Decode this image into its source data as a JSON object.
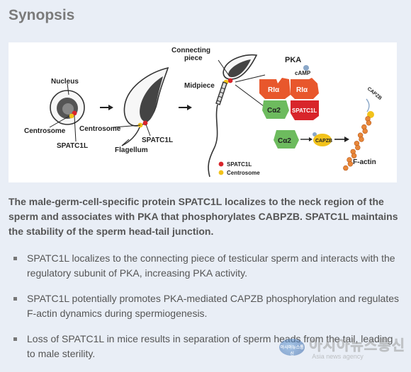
{
  "section_title": "Synopsis",
  "figure": {
    "labels": {
      "nucleus": "Nucleus",
      "centrosome_1": "Centrosome",
      "spatc1l_1": "SPATC1L",
      "centrosome_2": "Centrosome",
      "spatc1l_2": "SPATC1L",
      "flagellum": "Flagellum",
      "connecting_piece_line1": "Connecting",
      "connecting_piece_line2": "piece",
      "midpiece": "Midpiece",
      "pka": "PKA",
      "camp": "cAMP",
      "ria_left": "RIα",
      "ria_right": "RIα",
      "ca2_top": "Cα2",
      "spatc1l_pka": "SPATC1L",
      "ca2_bottom": "Cα2",
      "capzb_small": "CAPZB",
      "capzb_top": "CAPZB",
      "factin": "F-actin",
      "legend_spatc1l": "SPATC1L",
      "legend_centrosome": "Centrosome"
    },
    "colors": {
      "spatc1l_dot": "#d8252b",
      "centrosome_dot": "#f2c21b",
      "ria": "#e8572c",
      "ca2": "#6dbb5e",
      "spatc1l_protein": "#d8252b",
      "factin": "#e8873a",
      "capzb": "#f2c21b"
    }
  },
  "lead_text": "The male-germ-cell-specific protein SPATC1L localizes to the neck region of the sperm and associates with PKA that phosphorylates CABPZB. SPATC1L maintains the stability of the sperm head-tail junction.",
  "bullets": [
    "SPATC1L localizes to the connecting piece of testicular sperm and interacts with the regulatory subunit of PKA, increasing PKA activity.",
    "SPATC1L potentially promotes PKA-mediated CAPZB phosphorylation and regulates F-actin dynamics during spermiogenesis.",
    "Loss of SPATC1L in mice results in separation of sperm heads from the tail, leading to male sterility."
  ],
  "watermark": {
    "logo_text": "아시아뉴스통신",
    "main": "아시아뉴스통신",
    "sub": "Asia news agency"
  }
}
